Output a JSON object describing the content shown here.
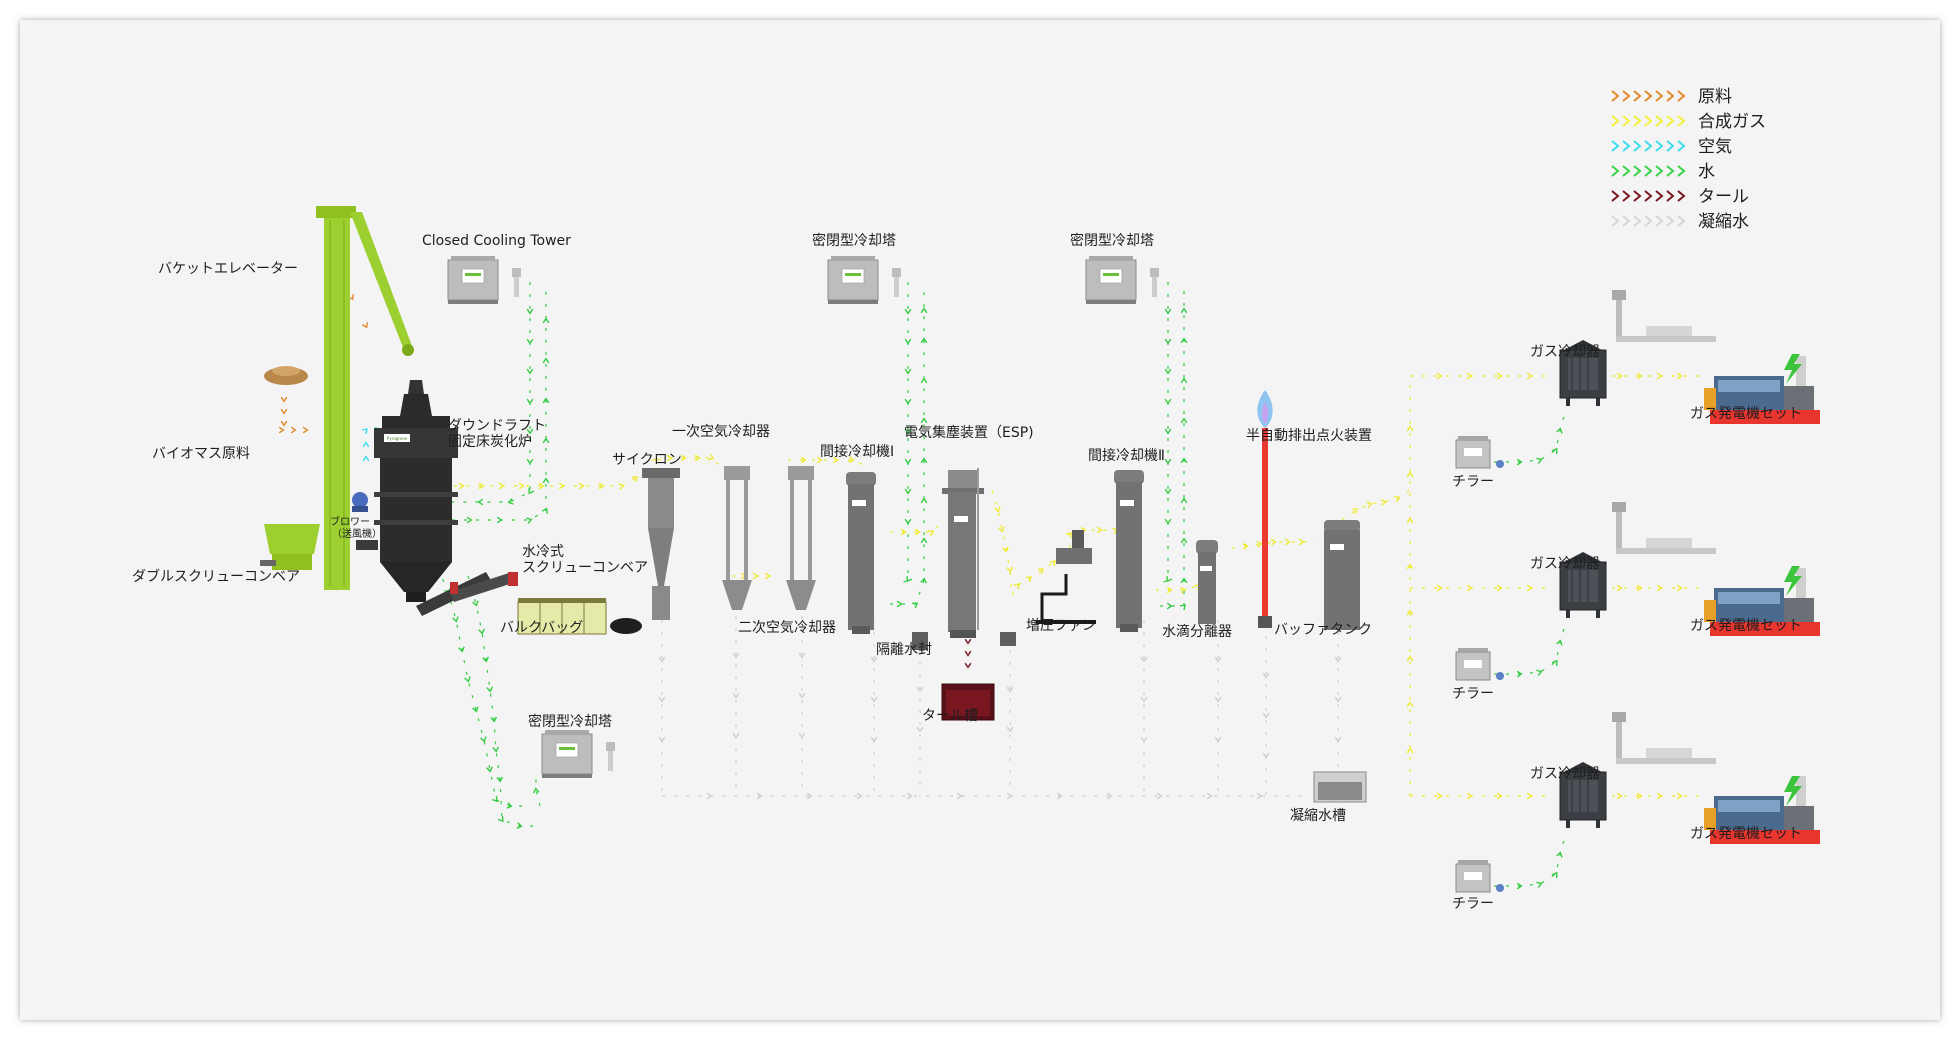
{
  "legend": [
    {
      "label": "原料",
      "color": "#e28a2a"
    },
    {
      "label": "合成ガス",
      "color": "#f1f03a"
    },
    {
      "label": "空気",
      "color": "#3fdcec"
    },
    {
      "label": "水",
      "color": "#3ad24a"
    },
    {
      "label": "タール",
      "color": "#7a1620"
    },
    {
      "label": "凝縮水",
      "color": "#d6d6d6"
    }
  ],
  "labels": {
    "bucket_elevator": "バケットエレベーター",
    "biomass": "バイオマス原料",
    "double_screw": "ダブルスクリューコンベア",
    "blower_1": "ブロワー",
    "blower_2": "（送風機）",
    "closed_cooling_tower": "Closed Cooling Tower",
    "furnace_1": "ダウンドラフト",
    "furnace_2": "固定床炭化炉",
    "water_screw_1": "水冷式",
    "water_screw_2": "スクリューコンベア",
    "bulk_bag": "バルクバッグ",
    "cyclone": "サイクロン",
    "primary_cooler": "一次空気冷却器",
    "secondary_cooler": "二次空気冷却器",
    "indirect_cooler_1": "間接冷却機Ⅰ",
    "esp": "電気集塵装置（ESP)",
    "water_seal": "隔離水封",
    "tar_tank": "タール槽",
    "cooling_tower_a": "密閉型冷却塔",
    "cooling_tower_b": "密閉型冷却塔",
    "cooling_tower_c": "密閉型冷却塔",
    "booster_fan": "増圧ファン",
    "indirect_cooler_2": "間接冷却機Ⅱ",
    "droplet_separator": "水滴分離器",
    "flare": "半自動排出点火装置",
    "buffer_tank": "バッファタンク",
    "condensate_tank": "凝縮水槽",
    "gas_cooler": "ガス冷却器",
    "generator": "ガス発電機セット",
    "chiller": "チラー",
    "brand": "Pyrogreen"
  }
}
